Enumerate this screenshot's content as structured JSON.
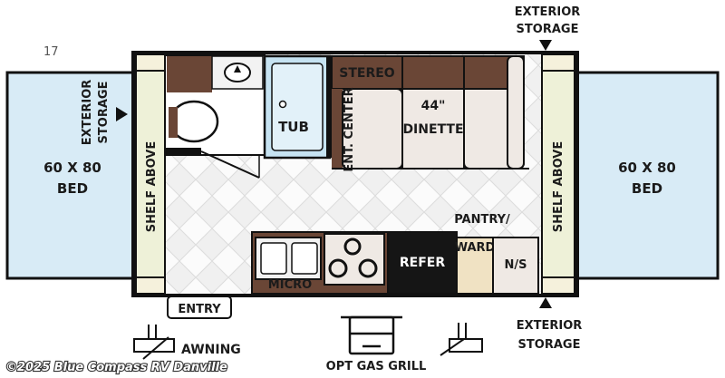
{
  "page_number": "17",
  "labels": {
    "exterior_storage": [
      "EXTERIOR",
      "STORAGE"
    ],
    "bed_size": "60 X 80",
    "bed": "BED",
    "shelf_above": "SHELF ABOVE",
    "tub": "TUB",
    "stereo": "STEREO",
    "dinette_size": "44\"",
    "dinette": "DINETTE",
    "ent_center": "ENT. CENTER",
    "pantry_line1": "PANTRY/",
    "pantry_line2": "WARD",
    "refer": "REFER",
    "ns": "N/S",
    "micro": "MICRO",
    "entry": "ENTRY",
    "awning": "AWNING",
    "gas_grill": "OPT GAS GRILL"
  },
  "watermark": "©2025 Blue Compass RV Danville",
  "colors": {
    "bed": "#d8ebf6",
    "wood": "#6a4636",
    "cushion": "#efe9e4",
    "shelf": "#eef1d8",
    "tub": "#c6e3f2",
    "pantry": "#f0e2c3",
    "fridge": "#151515",
    "outline": "#111111"
  }
}
